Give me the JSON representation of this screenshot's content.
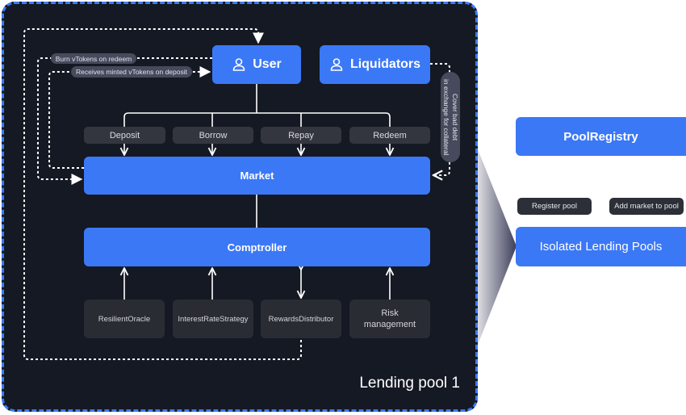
{
  "pool": {
    "title": "Lending pool 1",
    "border_color": "#3d7bf5",
    "background": "#151923"
  },
  "actors": {
    "user": {
      "label": "User",
      "icon": "user-icon"
    },
    "liquidators": {
      "label": "Liquidators",
      "icon": "user-icon"
    }
  },
  "flow_labels": {
    "burn": "Burn vTokens on redeem",
    "receive": "Receives minted vTokens on deposit",
    "cover_line1": "Cover bad debt",
    "cover_line2": "in exchange for collateral"
  },
  "actions": [
    {
      "label": "Deposit"
    },
    {
      "label": "Borrow"
    },
    {
      "label": "Repay"
    },
    {
      "label": "Redeem"
    }
  ],
  "market": {
    "label": "Market"
  },
  "comptroller": {
    "label": "Comptroller"
  },
  "modules": [
    {
      "label": "ResilientOracle",
      "arrow": "up"
    },
    {
      "label": "InterestRateStrategy",
      "arrow": "up"
    },
    {
      "label": "RewardsDistributor",
      "arrow": "both"
    },
    {
      "label": "Risk management",
      "arrow": "up"
    }
  ],
  "registry": {
    "pool_registry": "PoolRegistry",
    "register_pool": "Register pool",
    "add_market": "Add market to pool",
    "isolated_pools": "Isolated Lending Pools"
  },
  "colors": {
    "accent_blue": "#3b78f6",
    "pill_gray": "#34363f",
    "box_gray": "#2a2c34",
    "label_gray": "#474a5c"
  }
}
